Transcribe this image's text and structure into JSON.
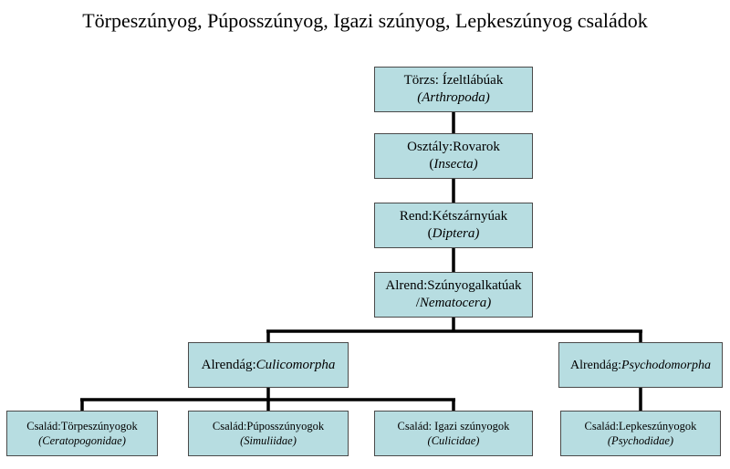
{
  "title": "Törpeszúnyog, Púposszúnyog, Igazi szúnyog, Lepkeszúnyog családok",
  "nodes": {
    "torzs": {
      "line1": "Törzs: Ízeltlábúak",
      "line2_italic": "(Arthropoda)"
    },
    "osztaly": {
      "line1": "Osztály:Rovarok",
      "line2_pre": "(",
      "line2_italic": "Insecta)"
    },
    "rend": {
      "line1": "Rend:Kétszárnyúak",
      "line2_pre": "(",
      "line2_italic": "Diptera)"
    },
    "alrend": {
      "line1": "Alrend:Szúnyogalkatúak",
      "line2_pre": "/",
      "line2_italic": "Nematocera)"
    },
    "culico": {
      "line1_pre": "Alrendág:",
      "line1_italic": "Culicomorpha"
    },
    "psycho": {
      "line1_pre": "Alrendág:",
      "line1_italic": "Psychodomorpha"
    },
    "cerato": {
      "line1": "Család:Törpeszúnyogok",
      "line2_italic": "(Ceratopogonidae)"
    },
    "simul": {
      "line1": "Család:Púposszúnyogok",
      "line2_italic": "(Simuliidae)"
    },
    "culic": {
      "line1": "Család: Igazi szúnyogok",
      "line2_italic": "(Culicidae)"
    },
    "psychod": {
      "line1": "Család:Lepkeszúnyogok",
      "line2_italic": "(Psychodidae)"
    }
  },
  "colors": {
    "box_fill": "#b7dde1",
    "box_border": "#4a4a4a",
    "connector": "#000000"
  }
}
